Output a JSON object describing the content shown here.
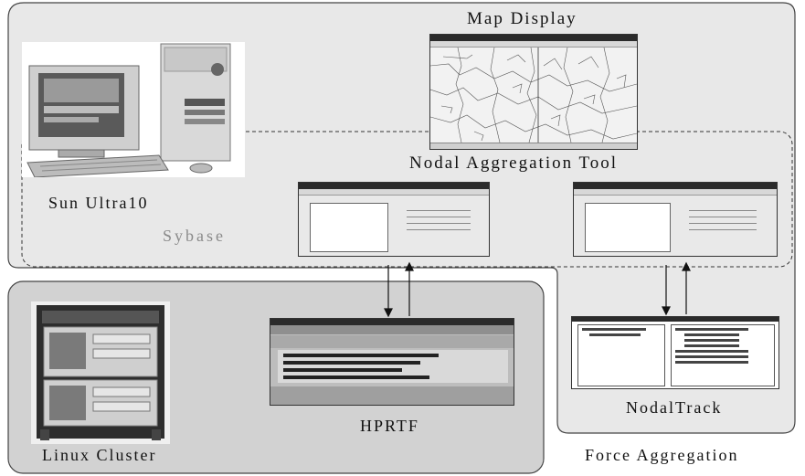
{
  "labels": {
    "map_display": "Map Display",
    "nodal_aggregation_tool": "Nodal Aggregation Tool",
    "sun_ultra10": "Sun Ultra10",
    "sybase": "Sybase",
    "hprtf": "HPRTF",
    "linux_cluster": "Linux Cluster",
    "nodal_track": "NodalTrack",
    "force_aggregation": "Force Aggregation"
  },
  "colors": {
    "outer_region": "#e6e6e6",
    "cluster_region": "#cfcfcf",
    "window_title": "#2b2b2b"
  }
}
